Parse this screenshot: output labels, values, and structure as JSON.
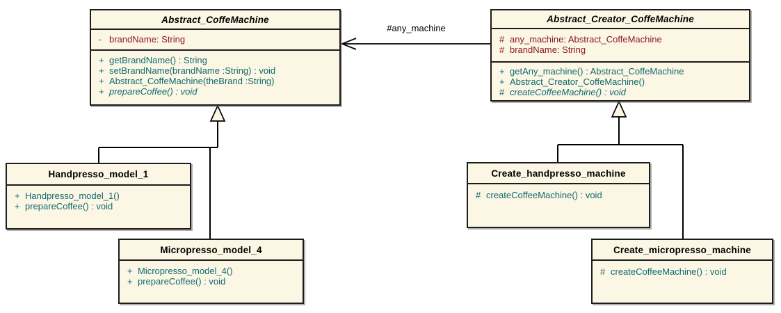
{
  "colors": {
    "canvas_bg": "#ffffff",
    "box_fill": "#FCF6E4",
    "box_border": "#1c1c1c",
    "title_color": "#000000",
    "attribute_color": "#8B1A25",
    "method_color": "#0E6A70",
    "connector_color": "#000000",
    "label_color": "#000000"
  },
  "relations": {
    "association": {
      "label": "#any_machine",
      "from": "Abstract_Creator_CoffeMachine",
      "to": "Abstract_CoffeMachine"
    },
    "generalizations": [
      {
        "parent": "Abstract_CoffeMachine",
        "children": [
          "Handpresso_model_1",
          "Micropresso_model_4"
        ]
      },
      {
        "parent": "Abstract_Creator_CoffeMachine",
        "children": [
          "Create_handpresso_machine",
          "Create_micropresso_machine"
        ]
      }
    ]
  },
  "classes": [
    {
      "name": "Abstract_CoffeMachine",
      "abstract": true,
      "attributes": [
        {
          "vis": "-",
          "text": "brandName: String"
        }
      ],
      "methods": [
        {
          "vis": "+",
          "text": "getBrandName() : String"
        },
        {
          "vis": "+",
          "text": "setBrandName(brandName :String) : void"
        },
        {
          "vis": "+",
          "text": "Abstract_CoffeMachine(theBrand :String)"
        },
        {
          "vis": "+",
          "text": "prepareCoffee() : void",
          "italic": true
        }
      ]
    },
    {
      "name": "Abstract_Creator_CoffeMachine",
      "abstract": true,
      "attributes": [
        {
          "vis": "#",
          "text": "any_machine: Abstract_CoffeMachine"
        },
        {
          "vis": "#",
          "text": "brandName: String"
        }
      ],
      "methods": [
        {
          "vis": "+",
          "text": "getAny_machine() : Abstract_CoffeMachine"
        },
        {
          "vis": "+",
          "text": "Abstract_Creator_CoffeMachine()"
        },
        {
          "vis": "#",
          "text": "createCoffeeMachine() : void",
          "italic": true
        }
      ]
    },
    {
      "name": "Handpresso_model_1",
      "abstract": false,
      "attributes": [],
      "methods": [
        {
          "vis": "+",
          "text": "Handpresso_model_1()"
        },
        {
          "vis": "+",
          "text": "prepareCoffee() : void"
        }
      ]
    },
    {
      "name": "Micropresso_model_4",
      "abstract": false,
      "attributes": [],
      "methods": [
        {
          "vis": "+",
          "text": "Micropresso_model_4()"
        },
        {
          "vis": "+",
          "text": "prepareCoffee() : void"
        }
      ]
    },
    {
      "name": "Create_handpresso_machine",
      "abstract": false,
      "attributes": [],
      "methods": [
        {
          "vis": "#",
          "text": "createCoffeeMachine() : void"
        }
      ]
    },
    {
      "name": "Create_micropresso_machine",
      "abstract": false,
      "attributes": [],
      "methods": [
        {
          "vis": "#",
          "text": "createCoffeeMachine() : void"
        }
      ]
    }
  ]
}
